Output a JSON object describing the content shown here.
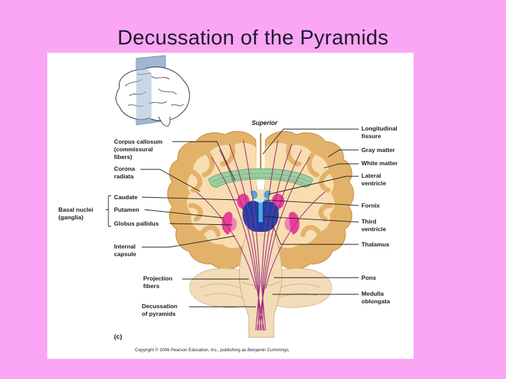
{
  "slide": {
    "title": "Decussation of the Pyramids"
  },
  "figure": {
    "panel_letter": "(c)",
    "copyright": "Copyright © 2006 Pearson Education, Inc., publishing as Benjamin Cummings.",
    "direction_label": "Superior",
    "left_labels": {
      "corpus_callosum": [
        "Corpus callosum",
        "(commissural",
        "fibers)"
      ],
      "corona_radiata": [
        "Corona",
        "radiata"
      ],
      "caudate": "Caudate",
      "putamen": "Putamen",
      "globus_pallidus": "Globus pallidus",
      "basal_nuclei": [
        "Basal nuclei",
        "(ganglia)"
      ],
      "internal_capsule": [
        "Internal",
        "capsule"
      ],
      "projection_fibers": [
        "Projection",
        "fibers"
      ],
      "decussation": [
        "Decussation",
        "of pyramids"
      ]
    },
    "right_labels": {
      "longitudinal_fissure": [
        "Longitudinal",
        "fissure"
      ],
      "gray_matter": "Gray matter",
      "white_matter": "White matter",
      "lateral_ventricle": [
        "Lateral",
        "ventricle"
      ],
      "fornix": "Fornix",
      "third_ventricle": [
        "Third",
        "ventricle"
      ],
      "thalamus": "Thalamus",
      "pons": "Pons",
      "medulla_oblongata": [
        "Medulla",
        "oblongata"
      ]
    },
    "colors": {
      "gray_matter": "#e3b26a",
      "white_matter": "#f7ddb0",
      "basal_nuclei": "#e8409a",
      "thalamus": "#1f3fa8",
      "ventricle": "#4fa7d8",
      "corpus_callosum": "#9bcf9f",
      "projection_fibers": "#a0307a"
    }
  }
}
